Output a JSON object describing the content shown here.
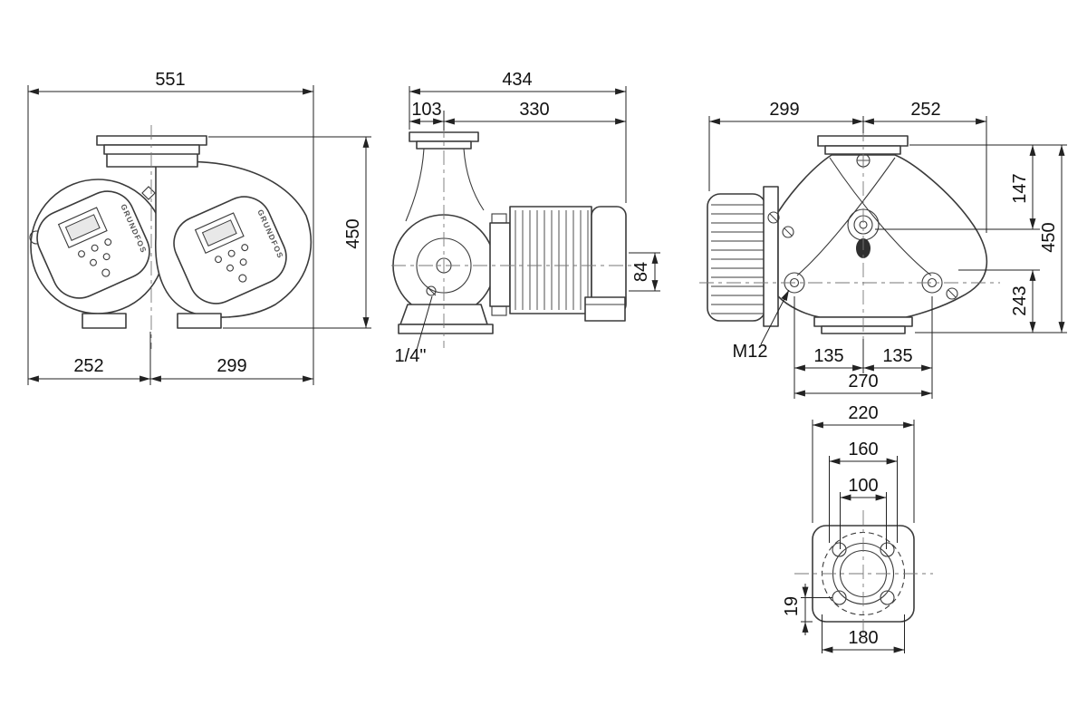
{
  "page": {
    "title": "Twin pump dimensional drawing",
    "background": "#ffffff",
    "line_color": "#222222"
  },
  "brand": "GRUNDFOS",
  "views": {
    "front": {
      "dim_overall_width": "551",
      "dim_overall_height": "450",
      "dim_bottom_left": "252",
      "dim_bottom_right": "299"
    },
    "side": {
      "dim_overall_depth": "434",
      "dim_flange_to_axis": "103",
      "dim_axis_to_motor_end": "330",
      "dim_axis_offset": "84",
      "dim_drain_port": "1/4\""
    },
    "back": {
      "dim_top_left": "299",
      "dim_top_right": "252",
      "dim_upper_height": "147",
      "dim_overall_height": "450",
      "dim_lower_height": "243",
      "bolt_size": "M12",
      "dim_bolt_left": "135",
      "dim_bolt_right": "135",
      "dim_bolt_total": "270"
    },
    "flange": {
      "dim_flange_square": "220",
      "dim_bolt_circle": "160",
      "dim_bore": "100",
      "dim_corner_offset": "19",
      "dim_face_diameter": "180"
    }
  }
}
